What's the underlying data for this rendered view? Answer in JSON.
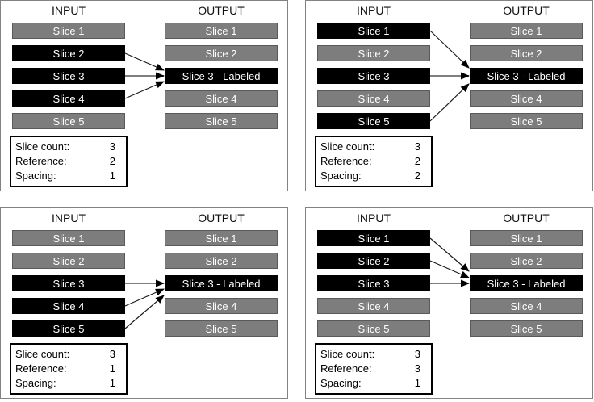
{
  "panels": [
    {
      "position": "top-left",
      "input_header": "INPUT",
      "output_header": "OUTPUT",
      "input_slices": [
        {
          "label": "Slice 1",
          "highlighted": false
        },
        {
          "label": "Slice 2",
          "highlighted": true
        },
        {
          "label": "Slice 3",
          "highlighted": true
        },
        {
          "label": "Slice 4",
          "highlighted": true
        },
        {
          "label": "Slice 5",
          "highlighted": false
        }
      ],
      "output_slices": [
        {
          "label": "Slice 1",
          "highlighted": false
        },
        {
          "label": "Slice 2",
          "highlighted": false
        },
        {
          "label": "Slice 3 - Labeled",
          "highlighted": true
        },
        {
          "label": "Slice 4",
          "highlighted": false
        },
        {
          "label": "Slice 5",
          "highlighted": false
        }
      ],
      "arrows_from": [
        2,
        3,
        4
      ],
      "arrow_target": 3,
      "params": [
        {
          "label": "Slice count:",
          "value": "3"
        },
        {
          "label": "Reference:",
          "value": "2"
        },
        {
          "label": "Spacing:",
          "value": "1"
        }
      ]
    },
    {
      "position": "top-right",
      "input_header": "INPUT",
      "output_header": "OUTPUT",
      "input_slices": [
        {
          "label": "Slice 1",
          "highlighted": true
        },
        {
          "label": "Slice 2",
          "highlighted": false
        },
        {
          "label": "Slice 3",
          "highlighted": true
        },
        {
          "label": "Slice 4",
          "highlighted": false
        },
        {
          "label": "Slice 5",
          "highlighted": true
        }
      ],
      "output_slices": [
        {
          "label": "Slice 1",
          "highlighted": false
        },
        {
          "label": "Slice 2",
          "highlighted": false
        },
        {
          "label": "Slice 3 - Labeled",
          "highlighted": true
        },
        {
          "label": "Slice 4",
          "highlighted": false
        },
        {
          "label": "Slice 5",
          "highlighted": false
        }
      ],
      "arrows_from": [
        1,
        3,
        5
      ],
      "arrow_target": 3,
      "params": [
        {
          "label": "Slice count:",
          "value": "3"
        },
        {
          "label": "Reference:",
          "value": "2"
        },
        {
          "label": "Spacing:",
          "value": "2"
        }
      ]
    },
    {
      "position": "bottom-left",
      "input_header": "INPUT",
      "output_header": "OUTPUT",
      "input_slices": [
        {
          "label": "Slice 1",
          "highlighted": false
        },
        {
          "label": "Slice 2",
          "highlighted": false
        },
        {
          "label": "Slice 3",
          "highlighted": true
        },
        {
          "label": "Slice 4",
          "highlighted": true
        },
        {
          "label": "Slice 5",
          "highlighted": true
        }
      ],
      "output_slices": [
        {
          "label": "Slice 1",
          "highlighted": false
        },
        {
          "label": "Slice 2",
          "highlighted": false
        },
        {
          "label": "Slice 3 - Labeled",
          "highlighted": true
        },
        {
          "label": "Slice 4",
          "highlighted": false
        },
        {
          "label": "Slice 5",
          "highlighted": false
        }
      ],
      "arrows_from": [
        3,
        4,
        5
      ],
      "arrow_target": 3,
      "params": [
        {
          "label": "Slice count:",
          "value": "3"
        },
        {
          "label": "Reference:",
          "value": "1"
        },
        {
          "label": "Spacing:",
          "value": "1"
        }
      ]
    },
    {
      "position": "bottom-right",
      "input_header": "INPUT",
      "output_header": "OUTPUT",
      "input_slices": [
        {
          "label": "Slice 1",
          "highlighted": true
        },
        {
          "label": "Slice 2",
          "highlighted": true
        },
        {
          "label": "Slice 3",
          "highlighted": true
        },
        {
          "label": "Slice 4",
          "highlighted": false
        },
        {
          "label": "Slice 5",
          "highlighted": false
        }
      ],
      "output_slices": [
        {
          "label": "Slice 1",
          "highlighted": false
        },
        {
          "label": "Slice 2",
          "highlighted": false
        },
        {
          "label": "Slice 3 - Labeled",
          "highlighted": true
        },
        {
          "label": "Slice 4",
          "highlighted": false
        },
        {
          "label": "Slice 5",
          "highlighted": false
        }
      ],
      "arrows_from": [
        1,
        2,
        3
      ],
      "arrow_target": 3,
      "params": [
        {
          "label": "Slice count:",
          "value": "3"
        },
        {
          "label": "Reference:",
          "value": "3"
        },
        {
          "label": "Spacing:",
          "value": "1"
        }
      ]
    }
  ],
  "colors": {
    "slice_gray": "#7d7d7d",
    "slice_black": "#000000",
    "slice_text": "#ffffff",
    "panel_border": "#828282",
    "arrow_diagonal": "#1a1a1a",
    "arrow_reference": "#7f7f7f"
  }
}
